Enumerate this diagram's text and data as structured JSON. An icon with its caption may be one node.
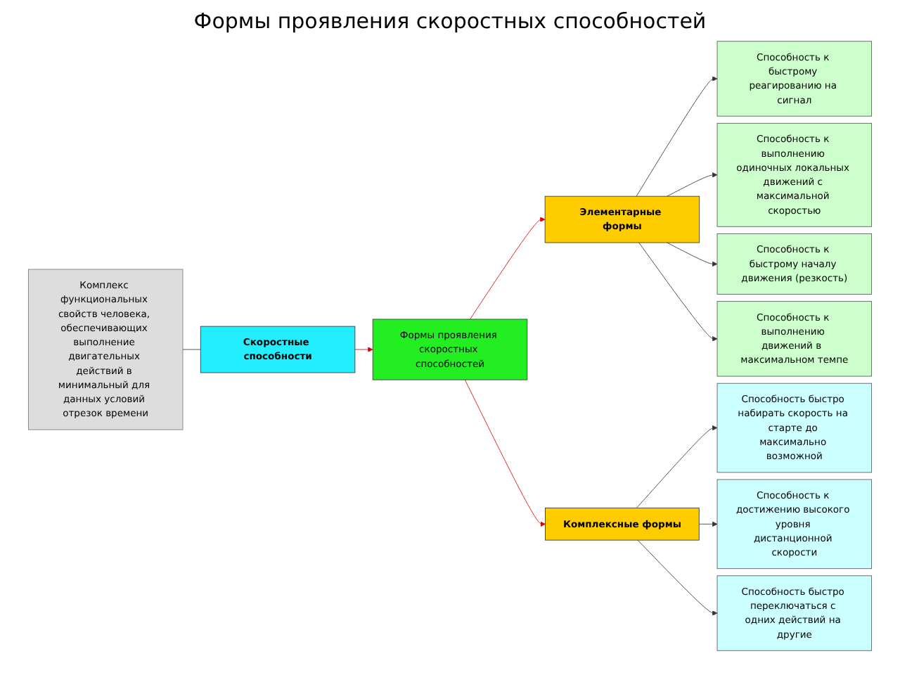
{
  "diagram": {
    "title": "Формы проявления скоростных способностей",
    "nodes": [
      {
        "text": [
          "Комплекс функциональных свойств человека, обеспечивающих выполнение двигательных действий в минимальный для данных условий отрезок времени"
        ]
      },
      {
        "text": [
          "Скоростные способности"
        ]
      },
      {
        "text": [
          "Формы проявления скоростных способностей"
        ]
      },
      {
        "text": [
          "Элементарные формы"
        ]
      },
      {
        "text": [
          "Способность к быстрому реагированию на сигнал"
        ]
      },
      {
        "text": [
          "Способность к выполнению одиночных локальных движений с максимальной скоростью"
        ]
      },
      {
        "text": [
          "Способность к быстрому началу движения (резкость)"
        ]
      },
      {
        "text": [
          "Способность к выполнению движений в  максимальном темпе"
        ]
      },
      {
        "text": [
          "Комплексные формы"
        ]
      },
      {
        "text": [
          "Способность быстро набирать скорость на старте до максимально возможной"
        ]
      },
      {
        "text": [
          "Способность к достижению высокого уровня дистанционной скорости"
        ]
      },
      {
        "text": [
          "Способность быстро переключаться с одних действий на другие"
        ]
      }
    ],
    "edges": [
      {
        "from": 0,
        "to": 1,
        "arrow": "none"
      },
      {
        "from": 1,
        "to": 2,
        "arrow": "to",
        "color": "#e00000"
      },
      {
        "from": 2,
        "to": 3,
        "arrow": "to",
        "color": "#e00000"
      },
      {
        "from": 2,
        "to": 8,
        "arrow": "to",
        "color": "#e00000"
      },
      {
        "from": 3,
        "to": 4,
        "arrow": "to"
      },
      {
        "from": 3,
        "to": 5,
        "arrow": "to"
      },
      {
        "from": 3,
        "to": 6,
        "arrow": "to"
      },
      {
        "from": 3,
        "to": 7,
        "arrow": "to"
      },
      {
        "from": 8,
        "to": 9,
        "arrow": "to"
      },
      {
        "from": 8,
        "to": 10,
        "arrow": "to"
      },
      {
        "from": 8,
        "to": 11,
        "arrow": "to"
      }
    ]
  }
}
